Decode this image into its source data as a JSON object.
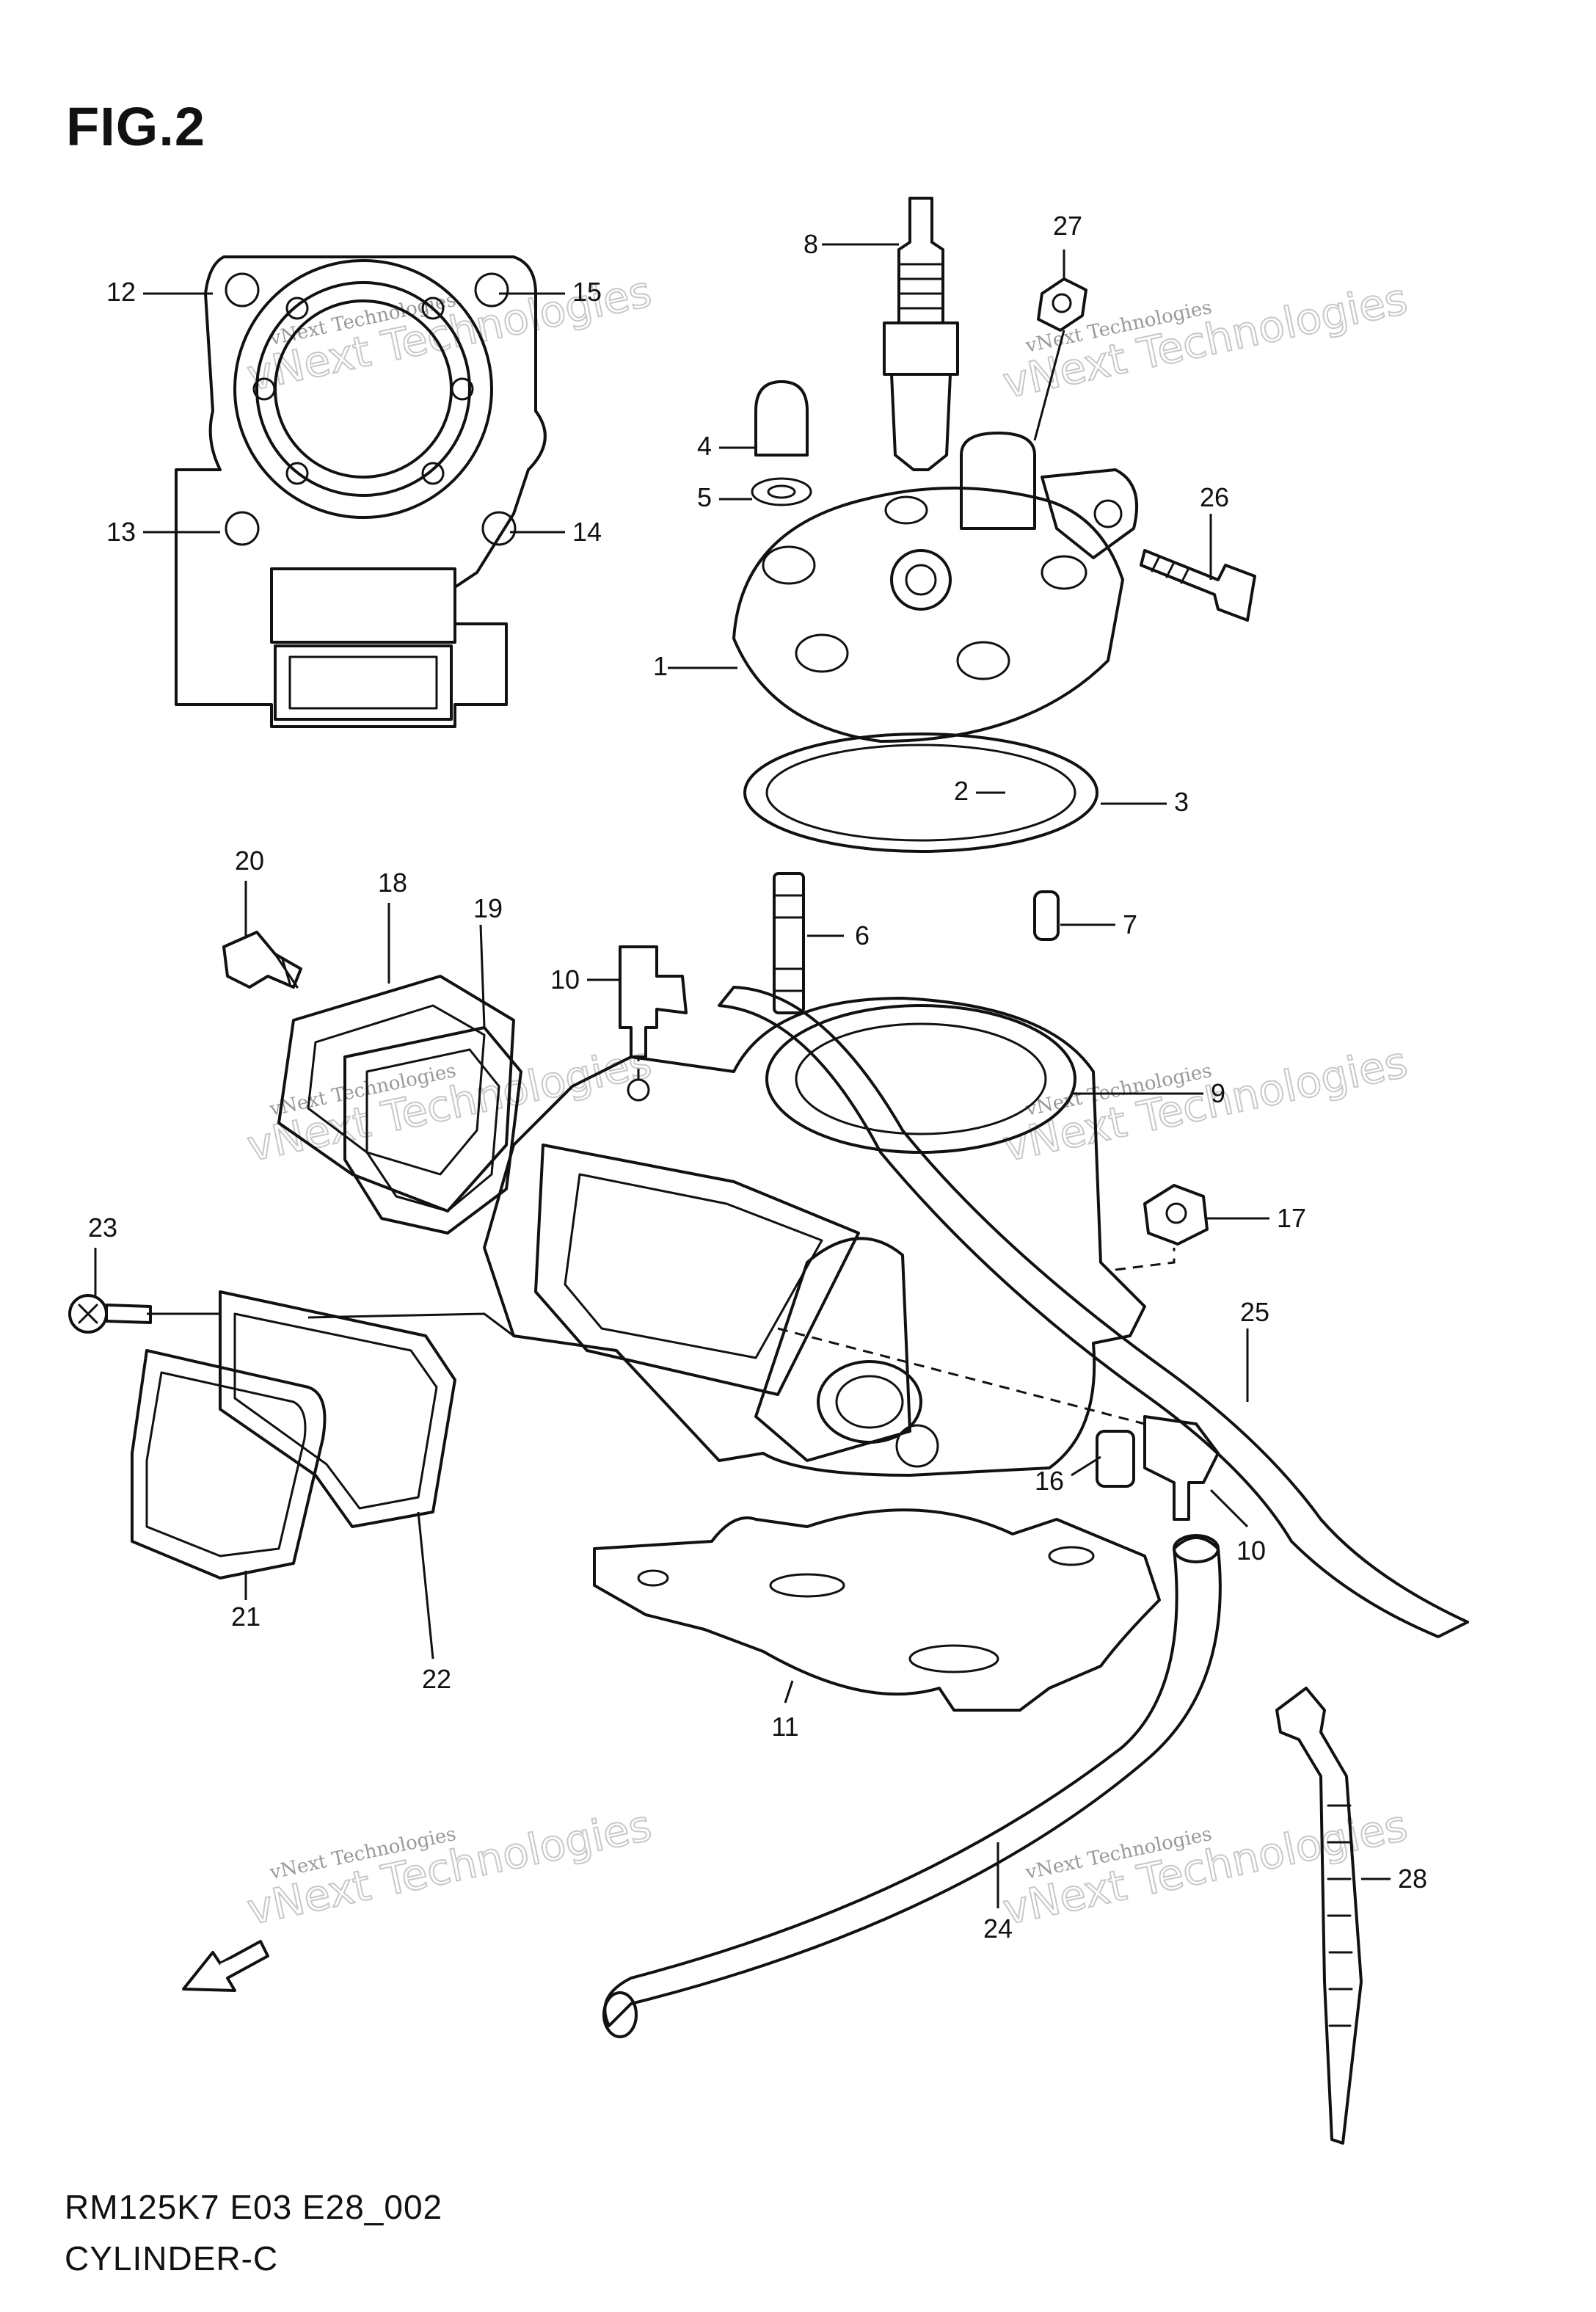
{
  "figure_title": "FIG.2",
  "footer": {
    "diagram_code": "RM125K7 E03 E28_002",
    "diagram_name": "CYLINDER-C"
  },
  "direction_marker": {
    "label": "FWD"
  },
  "watermark": {
    "line1": "vNext Technologies",
    "line2": "vNext Technologies"
  },
  "callouts": [
    {
      "id": "c1",
      "label": "1"
    },
    {
      "id": "c2",
      "label": "2"
    },
    {
      "id": "c3",
      "label": "3"
    },
    {
      "id": "c4",
      "label": "4"
    },
    {
      "id": "c5",
      "label": "5"
    },
    {
      "id": "c6",
      "label": "6"
    },
    {
      "id": "c7",
      "label": "7"
    },
    {
      "id": "c8",
      "label": "8"
    },
    {
      "id": "c9",
      "label": "9"
    },
    {
      "id": "c10a",
      "label": "10"
    },
    {
      "id": "c10b",
      "label": "10"
    },
    {
      "id": "c11",
      "label": "11"
    },
    {
      "id": "c12",
      "label": "12"
    },
    {
      "id": "c13",
      "label": "13"
    },
    {
      "id": "c14",
      "label": "14"
    },
    {
      "id": "c15",
      "label": "15"
    },
    {
      "id": "c16",
      "label": "16"
    },
    {
      "id": "c17",
      "label": "17"
    },
    {
      "id": "c18",
      "label": "18"
    },
    {
      "id": "c19",
      "label": "19"
    },
    {
      "id": "c20",
      "label": "20"
    },
    {
      "id": "c21",
      "label": "21"
    },
    {
      "id": "c22",
      "label": "22"
    },
    {
      "id": "c23",
      "label": "23"
    },
    {
      "id": "c24",
      "label": "24"
    },
    {
      "id": "c25",
      "label": "25"
    },
    {
      "id": "c26",
      "label": "26"
    },
    {
      "id": "c27",
      "label": "27"
    },
    {
      "id": "c28",
      "label": "28"
    }
  ]
}
